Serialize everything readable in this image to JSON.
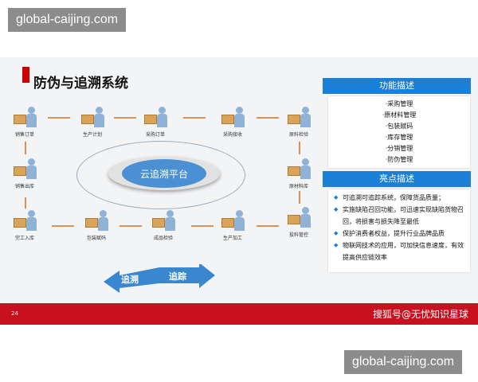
{
  "watermark_top": "global-caijing.com",
  "watermark_bottom": "global-caijing.com",
  "slide": {
    "title": "防伪与追溯系统",
    "platform": "云追溯平台",
    "arrow_left": "追溯",
    "arrow_right": "追踪",
    "nodes": [
      "销售订单",
      "生产计划",
      "采购订单",
      "采购接收",
      "原料检验",
      "原材料库",
      "投料管控",
      "生产加工",
      "成品检验",
      "包装赋码",
      "完工入库",
      "销售出库"
    ],
    "function_panel": {
      "title": "功能描述",
      "items": [
        "·采购管理",
        "·原材料管理",
        "·包装赋码",
        "·库存管理",
        "·分销管理",
        "·防伪管理"
      ]
    },
    "highlight_panel": {
      "title": "亮点描述",
      "items": [
        "可追溯可追踪系统，保障货品质量；",
        "实施缺陷召回功能，可迅速实现缺陷货物召回，将损害与损失降至最低",
        "保护消费者权益，提升行业品牌品质",
        "物联网技术的应用，可加快信息速度，有效提高供应链效率"
      ]
    },
    "page_number": "24",
    "source": "搜狐号@无忧知识星球",
    "colors": {
      "red": "#c8101e",
      "blue": "#1a7fd6",
      "arrow": "#d9925a"
    }
  }
}
